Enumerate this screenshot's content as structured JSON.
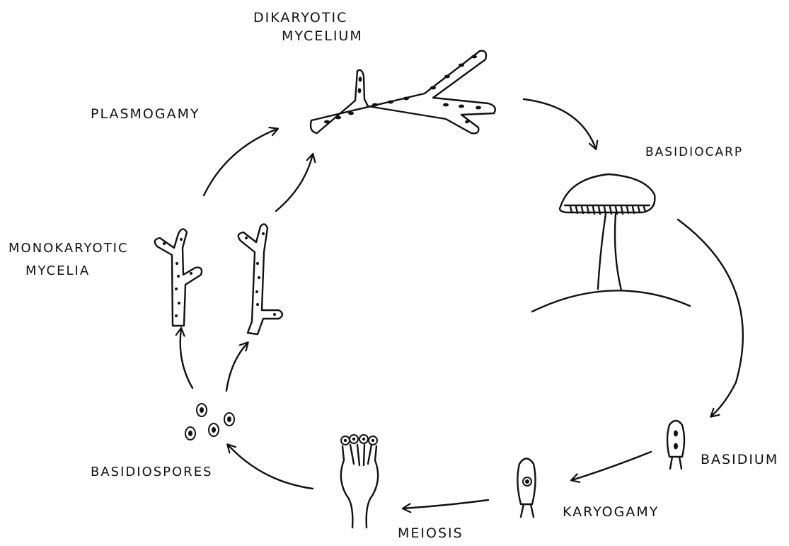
{
  "labels": {
    "dikaryotic_line1": "DIKARYOTIC",
    "dikaryotic_line2": "MYCELIUM",
    "plasmogamy": "PLASMOGAMY",
    "basidiocarp": "BASIDIOCARP",
    "monokaryotic_line1": "MONOKARYOTIC",
    "monokaryotic_line2": "MYCELIA",
    "basidium": "BASIDIUM",
    "karyogamy": "KARYOGAMY",
    "meiosis": "MEIOSIS",
    "basidiospores": "BASIDIOSPORES"
  }
}
